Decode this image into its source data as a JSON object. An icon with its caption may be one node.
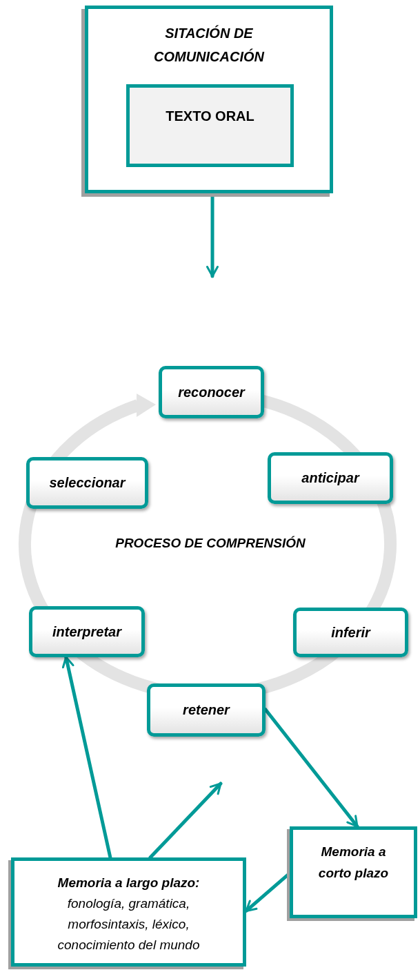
{
  "diagram": {
    "nodes": [
      {
        "text": [
          "SITACIÓN DE COMUNICACIÓN"
        ]
      },
      {
        "text": [
          "TEXTO ORAL"
        ],
        "in": 0
      },
      {
        "text": [
          "reconocer"
        ]
      },
      {
        "text": [
          "seleccionar"
        ]
      },
      {
        "text": [
          "anticipar"
        ]
      },
      {
        "text": [
          "interpretar"
        ]
      },
      {
        "text": [
          "inferir"
        ]
      },
      {
        "text": [
          "retener"
        ]
      },
      {
        "text": [
          "Memoria a corto plazo"
        ]
      },
      {
        "text": [
          "Memoria a largo plazo:",
          "fonología, gramática, morfosintaxis, léxico, conocimiento del mundo"
        ]
      }
    ],
    "edges": [
      {
        "from": 0,
        "to": null,
        "arrow": "to"
      },
      {
        "from": 7,
        "to": 8,
        "arrow": "to"
      },
      {
        "from": 8,
        "to": 9,
        "arrow": "to"
      },
      {
        "from": 9,
        "to": 5,
        "arrow": "to"
      },
      {
        "from": 9,
        "to": null,
        "arrow": "to"
      }
    ],
    "labels": [
      "PROCESO DE COMPRENSIÓN"
    ]
  }
}
